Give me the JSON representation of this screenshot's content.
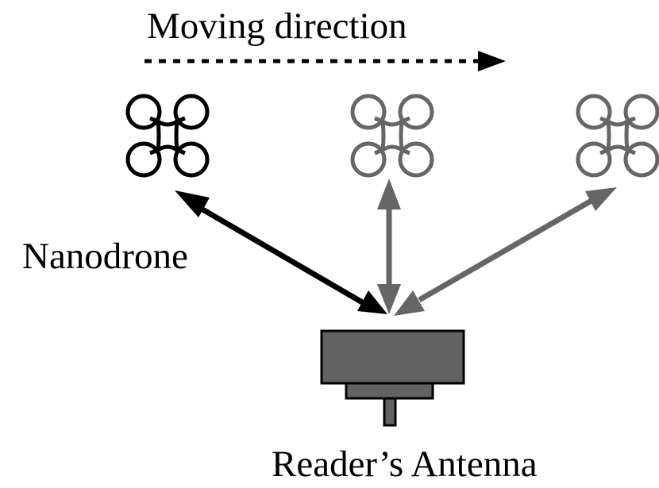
{
  "labels": {
    "moving_direction": "Moving direction",
    "nanodrone": "Nanodrone",
    "antenna": "Reader’s Antenna"
  },
  "colors": {
    "active": "#000000",
    "inactive": "#666666",
    "antenna_fill": "#626262",
    "antenna_stroke": "#000000",
    "background": "#ffffff"
  },
  "drones": [
    {
      "state": "active"
    },
    {
      "state": "inactive"
    },
    {
      "state": "inactive"
    }
  ]
}
